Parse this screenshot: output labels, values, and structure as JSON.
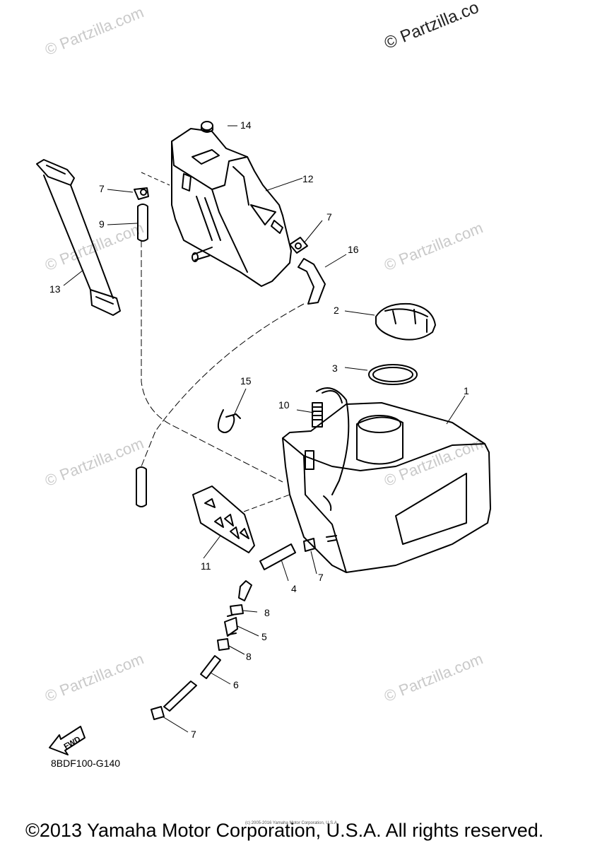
{
  "watermark": {
    "text": "© Partzilla.com"
  },
  "top_watermark": "© Partzilla.co",
  "diagram_code": "8BDF100-G140",
  "fwd_label": "FWD",
  "copyright": "©2013 Yamaha Motor Corporation, U.S.A. All rights reserved.",
  "fine_print": "(c) 2005-2016 Yamaha Motor Corporation, U.S.A.",
  "callouts": [
    "1",
    "2",
    "3",
    "4",
    "5",
    "6",
    "7",
    "7",
    "7",
    "7",
    "8",
    "8",
    "9",
    "10",
    "11",
    "12",
    "13",
    "14",
    "15",
    "16"
  ],
  "parts": [
    "fuel-tank",
    "tank-cap",
    "cap-gasket",
    "fuel-hose",
    "fuel-filter",
    "fuel-hose",
    "hose-clip",
    "clip",
    "hose",
    "breather-hose",
    "tank-plate",
    "sub-tank",
    "tank-band",
    "sub-tank-cap",
    "hose-holder",
    "breather-hose"
  ]
}
